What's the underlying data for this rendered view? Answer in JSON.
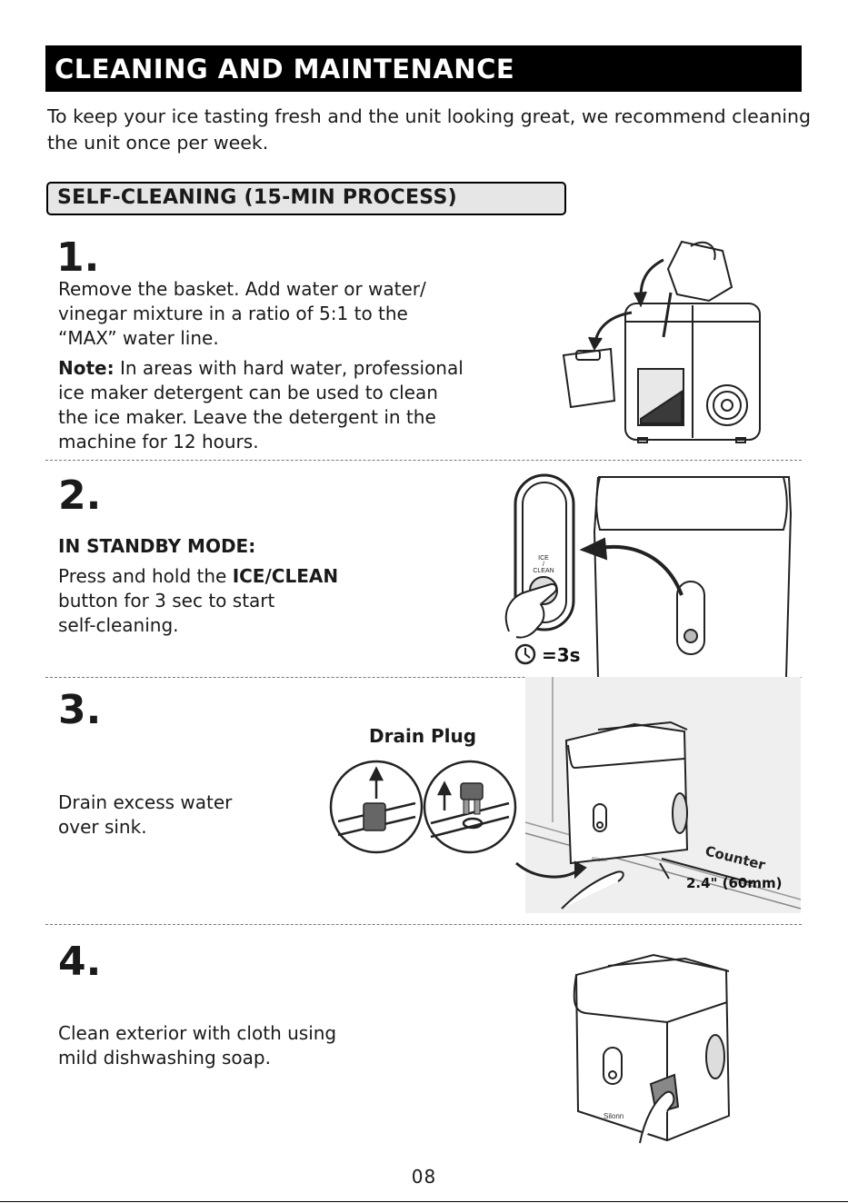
{
  "header": {
    "title": "CLEANING AND MAINTENANCE"
  },
  "intro": "To keep your ice tasting fresh and the unit looking great, we recommend cleaning the unit once per week.",
  "section": {
    "title": "SELF-CLEANING (15-MIN PROCESS)"
  },
  "steps": [
    {
      "number": "1.",
      "lines": [
        "Remove the basket. Add water or water/",
        "vinegar mixture in a ratio of 5:1 to the",
        "“MAX” water line."
      ],
      "note_label": "Note:",
      "note_lines": [
        " In areas with hard water, professional",
        "ice maker detergent can be used to clean",
        "the ice maker. Leave the detergent in the",
        "machine for 12 hours."
      ]
    },
    {
      "number": "2.",
      "mode": "IN STANDBY MODE:",
      "line1_pre": "Press and hold the ",
      "line1_bold": "ICE/CLEAN",
      "lines": [
        "button for 3 sec to start",
        "self-cleaning."
      ],
      "panel_ice": "ICE",
      "panel_slash": "/",
      "panel_clean": "CLEAN",
      "timer": "=3s"
    },
    {
      "number": "3.",
      "drain_label": "Drain Plug",
      "lines": [
        "Drain excess water",
        "over sink."
      ],
      "counter_label": "Counter",
      "height_label": "2.4\" (60mm)",
      "brand": "Silonn"
    },
    {
      "number": "4.",
      "lines": [
        "Clean exterior with cloth using",
        "mild dishwashing soap."
      ],
      "brand": "Silonn"
    }
  ],
  "footer": {
    "page": "08"
  }
}
